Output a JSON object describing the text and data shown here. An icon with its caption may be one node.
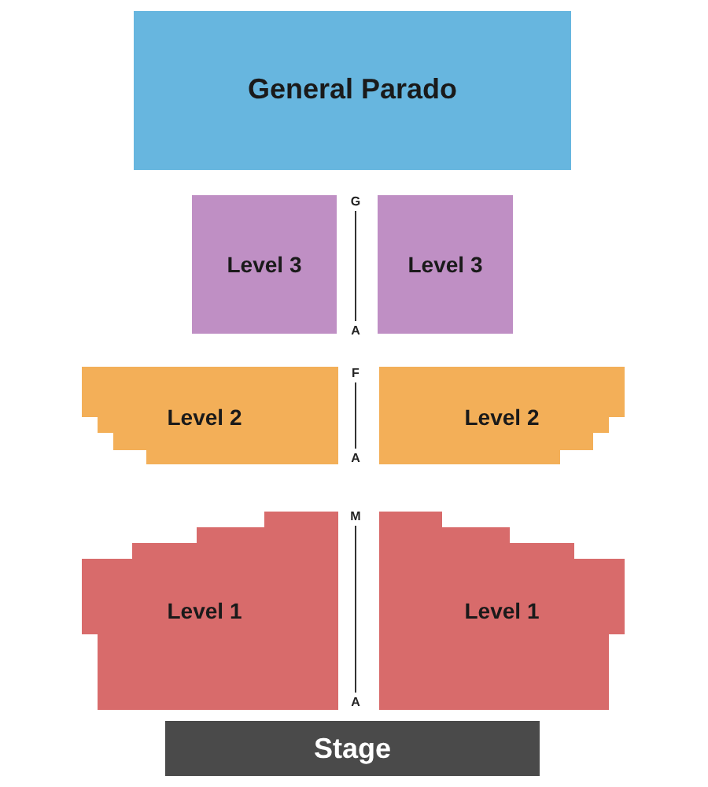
{
  "diagram": {
    "nodes": [
      {
        "text": [
          "General Parado"
        ]
      },
      {
        "text": [
          "Level 3"
        ]
      },
      {
        "text": [
          "Level 3"
        ]
      },
      {
        "text": [
          "Level 2"
        ]
      },
      {
        "text": [
          "Level 2"
        ]
      },
      {
        "text": [
          "Level 1"
        ]
      },
      {
        "text": [
          "Level 1"
        ]
      },
      {
        "text": [
          "Stage"
        ]
      }
    ],
    "edges": [],
    "labels": [
      "G",
      "A",
      "F",
      "A",
      "M",
      "A"
    ]
  }
}
